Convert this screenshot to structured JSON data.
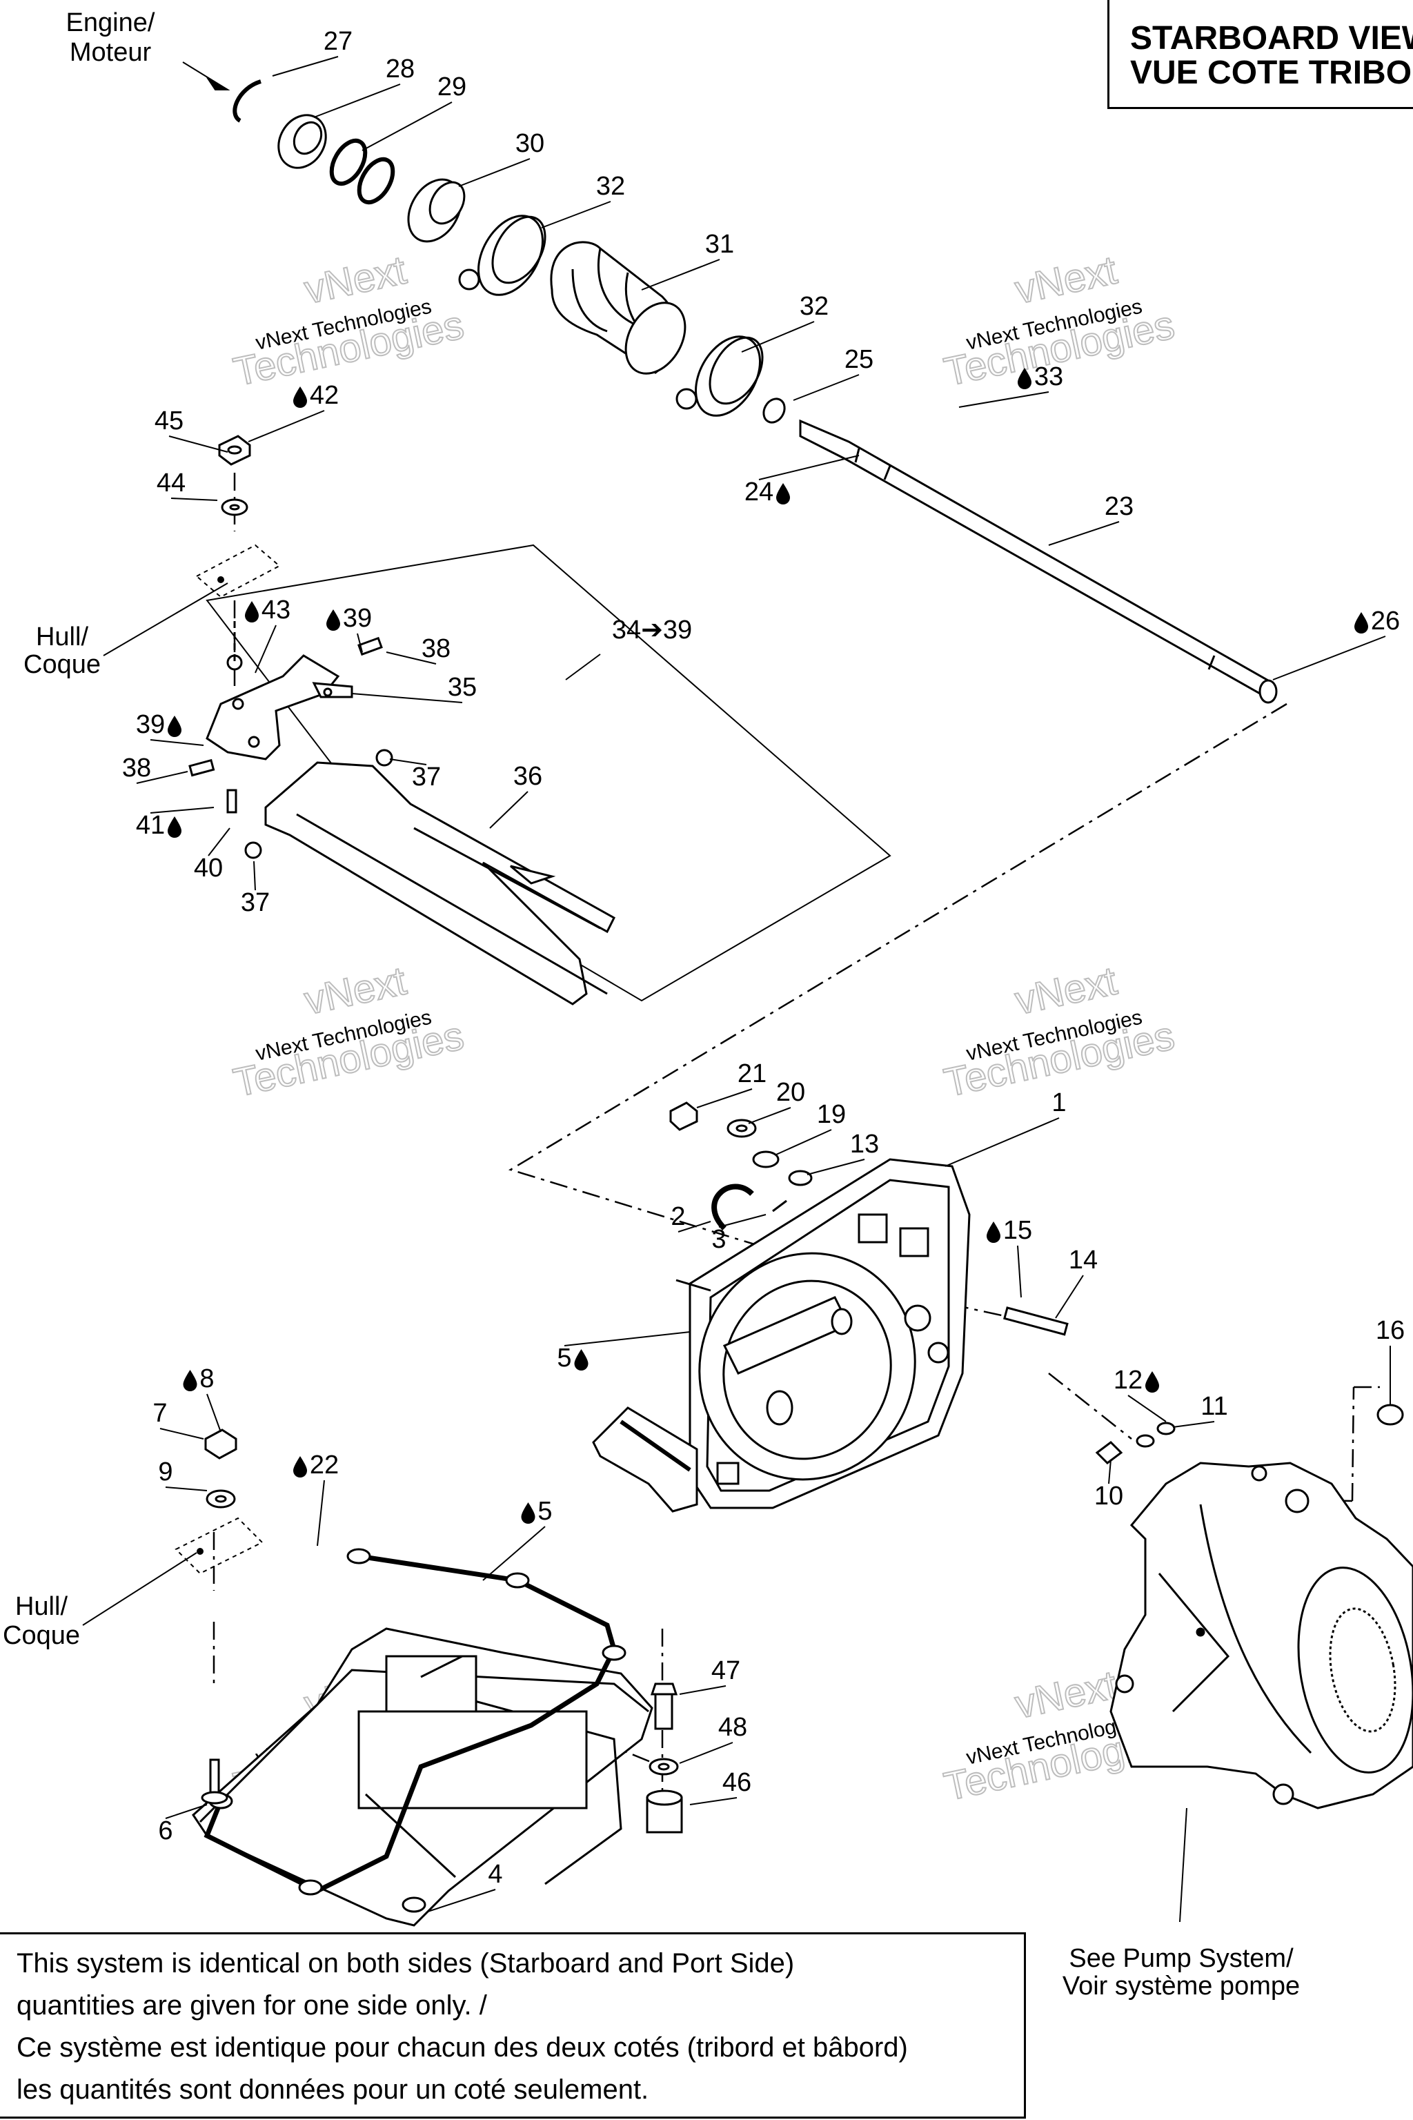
{
  "header": {
    "title_line1": "STARBOARD VIEW",
    "title_line2": "VUE COTE TRIBORD"
  },
  "callouts": {
    "engine": [
      "Engine/",
      "Moteur"
    ],
    "hull_top": [
      "Hull/",
      "Coque"
    ],
    "hull_bottom": [
      "Hull/",
      "Coque"
    ],
    "pump": [
      "See Pump System/",
      "Voir système pompe"
    ],
    "group": "34➔39"
  },
  "watermark": {
    "line1": "vNext Technologies",
    "line2": "vNext",
    "line3": "Technologies"
  },
  "parts": [
    {
      "n": "27"
    },
    {
      "n": "28"
    },
    {
      "n": "29"
    },
    {
      "n": "30"
    },
    {
      "n": "32"
    },
    {
      "n": "31"
    },
    {
      "n": "32"
    },
    {
      "n": "25"
    },
    {
      "n": "33",
      "drop": true,
      "side": "left"
    },
    {
      "n": "24",
      "drop": true,
      "side": "right"
    },
    {
      "n": "23"
    },
    {
      "n": "26",
      "drop": true,
      "side": "left"
    },
    {
      "n": "45"
    },
    {
      "n": "42",
      "drop": true,
      "side": "left"
    },
    {
      "n": "44"
    },
    {
      "n": "43",
      "drop": true,
      "side": "left"
    },
    {
      "n": "39",
      "drop": true,
      "side": "left"
    },
    {
      "n": "38"
    },
    {
      "n": "35"
    },
    {
      "n": "39",
      "drop": true,
      "side": "right"
    },
    {
      "n": "38"
    },
    {
      "n": "37"
    },
    {
      "n": "36"
    },
    {
      "n": "41",
      "drop": true,
      "side": "right"
    },
    {
      "n": "40"
    },
    {
      "n": "37"
    },
    {
      "n": "21"
    },
    {
      "n": "20"
    },
    {
      "n": "19"
    },
    {
      "n": "13"
    },
    {
      "n": "1"
    },
    {
      "n": "2"
    },
    {
      "n": "3"
    },
    {
      "n": "15",
      "drop": true,
      "side": "left"
    },
    {
      "n": "14"
    },
    {
      "n": "5",
      "drop": true,
      "side": "right"
    },
    {
      "n": "16"
    },
    {
      "n": "12",
      "drop": true,
      "side": "right"
    },
    {
      "n": "11"
    },
    {
      "n": "10"
    },
    {
      "n": "8",
      "drop": true,
      "side": "left"
    },
    {
      "n": "7"
    },
    {
      "n": "22",
      "drop": true,
      "side": "left"
    },
    {
      "n": "9"
    },
    {
      "n": "5",
      "drop": true,
      "side": "left"
    },
    {
      "n": "47"
    },
    {
      "n": "48"
    },
    {
      "n": "46"
    },
    {
      "n": "6"
    },
    {
      "n": "4"
    }
  ],
  "note": {
    "line1": "This system is identical on both sides (Starboard and Port Side)",
    "line2": "quantities are given for one side only. /",
    "line3": "Ce système est identique pour chacun des deux cotés (tribord et bâbord)",
    "line4": "les quantités sont données pour un coté seulement."
  }
}
